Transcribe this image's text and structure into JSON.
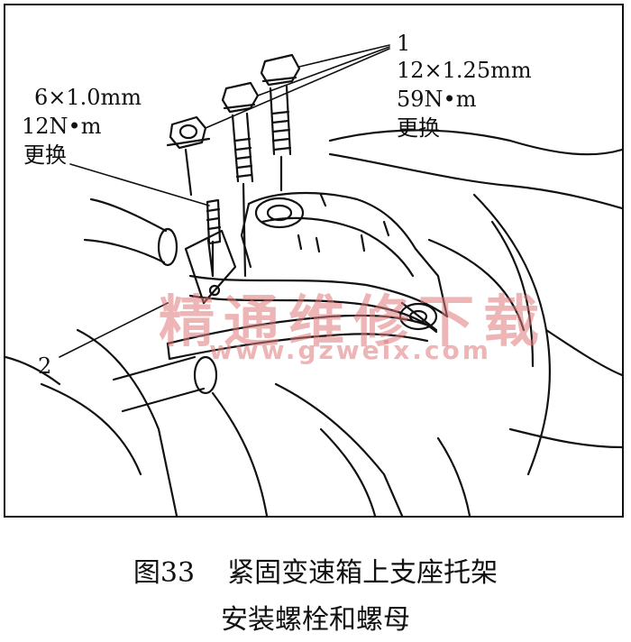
{
  "watermark": {
    "site_name": "精通维修下载",
    "url": "www.gzweix.com",
    "color": "#e07a7a"
  },
  "callouts": {
    "part1": {
      "number": "1",
      "spec": "12×1.25mm",
      "torque": "59N•m",
      "note": "更换"
    },
    "part2": {
      "number": "2",
      "spec": "6×1.0mm",
      "torque": "12N•m",
      "note": "更换"
    }
  },
  "caption": {
    "figure": "图33",
    "line1": "紧固变速箱上支座托架",
    "line2": "安装螺栓和螺母"
  }
}
